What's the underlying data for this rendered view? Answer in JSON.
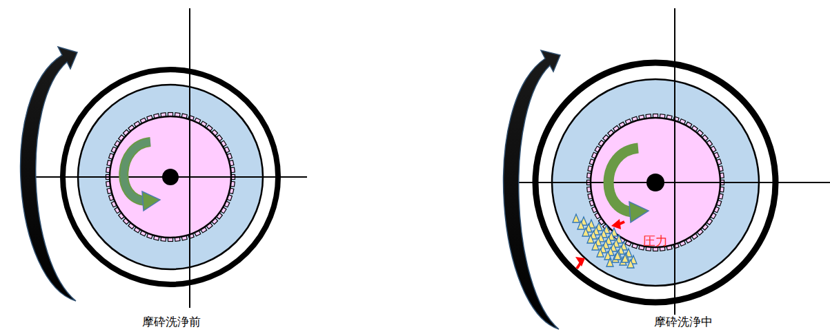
{
  "diagram": {
    "labels": [
      "摩砕洗浄前",
      "摩砕洗浄中",
      "圧力"
    ]
  }
}
